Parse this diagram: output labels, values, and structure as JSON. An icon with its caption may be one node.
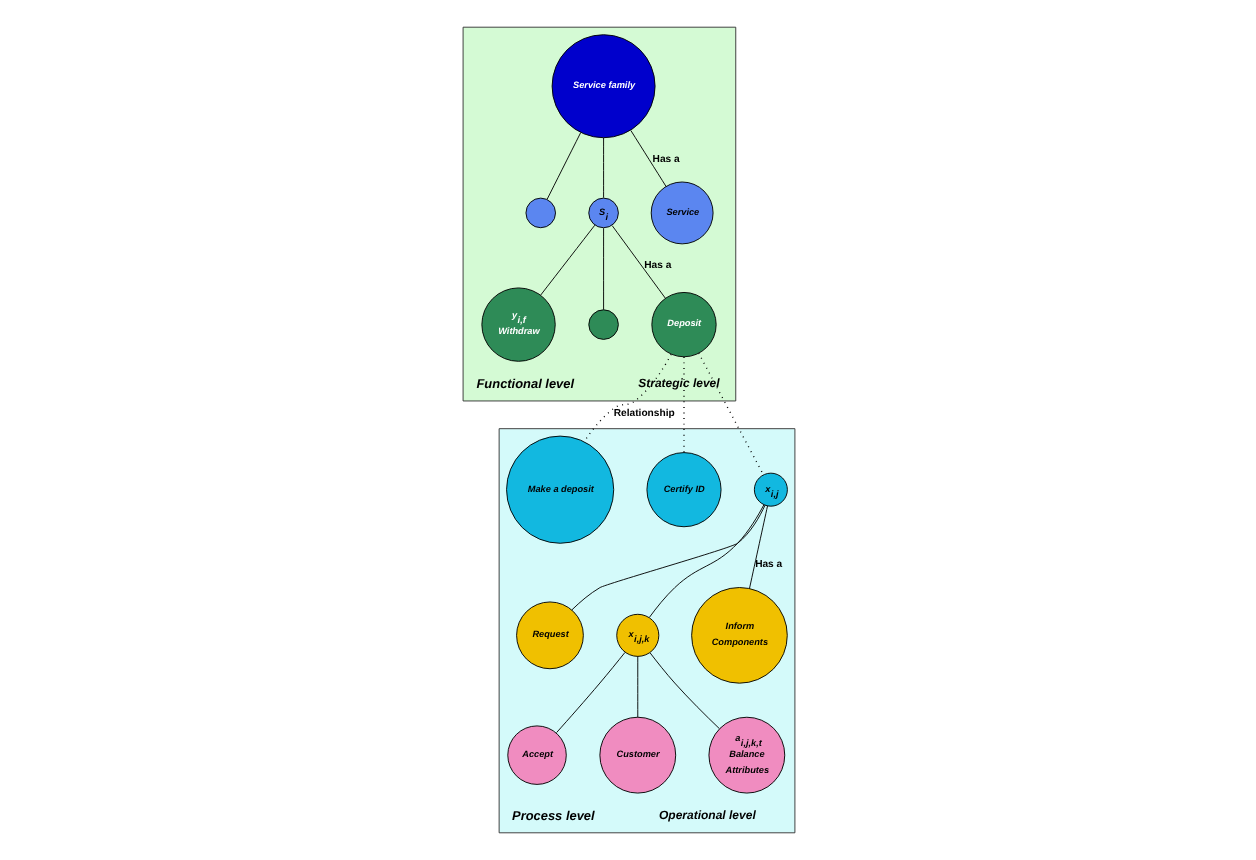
{
  "diagram": {
    "nodes": [
      {
        "text": [
          "Functional level"
        ],
        "beside": [
          "Strategic level"
        ]
      },
      {
        "text": [
          "Service family"
        ],
        "in": 0
      },
      {
        "text": [],
        "shape": "circle",
        "in": 0
      },
      {
        "text": [
          "S$_{i}$"
        ],
        "in": 0
      },
      {
        "text": [
          "Service"
        ],
        "in": 0
      },
      {
        "text": [
          "y$_{i,f}$",
          "Withdraw"
        ],
        "in": 0
      },
      {
        "text": [],
        "shape": "circle",
        "in": 0
      },
      {
        "text": [
          "Deposit"
        ],
        "in": 0
      },
      {
        "text": [
          "Process level"
        ],
        "beside": [
          "Operational level"
        ]
      },
      {
        "text": [
          "Make a deposit"
        ],
        "in": 8
      },
      {
        "text": [
          "Certify ID"
        ],
        "in": 8
      },
      {
        "text": [
          "x$_{i,j}$"
        ],
        "in": 8
      },
      {
        "text": [
          "Request"
        ],
        "in": 8
      },
      {
        "text": [
          "x$_{i,j,k}$"
        ],
        "in": 8
      },
      {
        "text": [
          "Inform",
          "Components"
        ],
        "in": 8
      },
      {
        "text": [
          "Accept"
        ],
        "in": 8
      },
      {
        "text": [
          "Customer"
        ],
        "in": 8
      },
      {
        "text": [
          "a$_{i,j,k,t}$",
          "Balance",
          "Attributes"
        ],
        "in": 8
      }
    ],
    "edges": [
      {
        "from": 1,
        "to": 2,
        "arrow": "none"
      },
      {
        "from": 1,
        "to": 3,
        "arrow": "none"
      },
      {
        "from": 1,
        "to": 4,
        "arrow": "none",
        "label": "Has a"
      },
      {
        "from": 3,
        "to": 5,
        "arrow": "none"
      },
      {
        "from": 3,
        "to": 6,
        "arrow": "none"
      },
      {
        "from": 3,
        "to": 7,
        "arrow": "none",
        "label": "Has a"
      },
      {
        "from": 7,
        "to": 9,
        "arrow": "none",
        "style": "dashed",
        "label": "Relationship"
      },
      {
        "from": 7,
        "to": 10,
        "arrow": "none",
        "style": "dashed"
      },
      {
        "from": 7,
        "to": 11,
        "arrow": "none",
        "style": "dashed"
      },
      {
        "from": 11,
        "to": 12,
        "arrow": "none"
      },
      {
        "from": 11,
        "to": 13,
        "arrow": "none"
      },
      {
        "from": 11,
        "to": 14,
        "arrow": "none",
        "label": "Has a"
      },
      {
        "from": 13,
        "to": 15,
        "arrow": "none"
      },
      {
        "from": 13,
        "to": 16,
        "arrow": "none"
      },
      {
        "from": 13,
        "to": 17,
        "arrow": "none"
      }
    ]
  }
}
